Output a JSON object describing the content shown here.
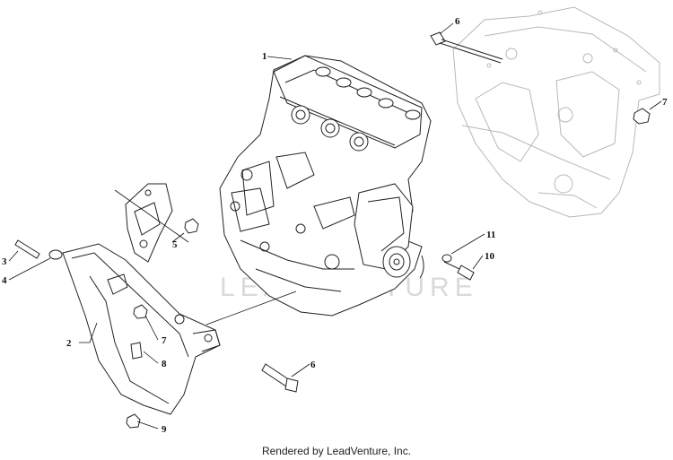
{
  "watermark": "LEADVENTURE",
  "footer": "Rendered by LeadVenture, Inc.",
  "callouts": [
    "1",
    "2",
    "3",
    "4",
    "5",
    "6",
    "6",
    "7",
    "7",
    "8",
    "9",
    "10",
    "11"
  ]
}
